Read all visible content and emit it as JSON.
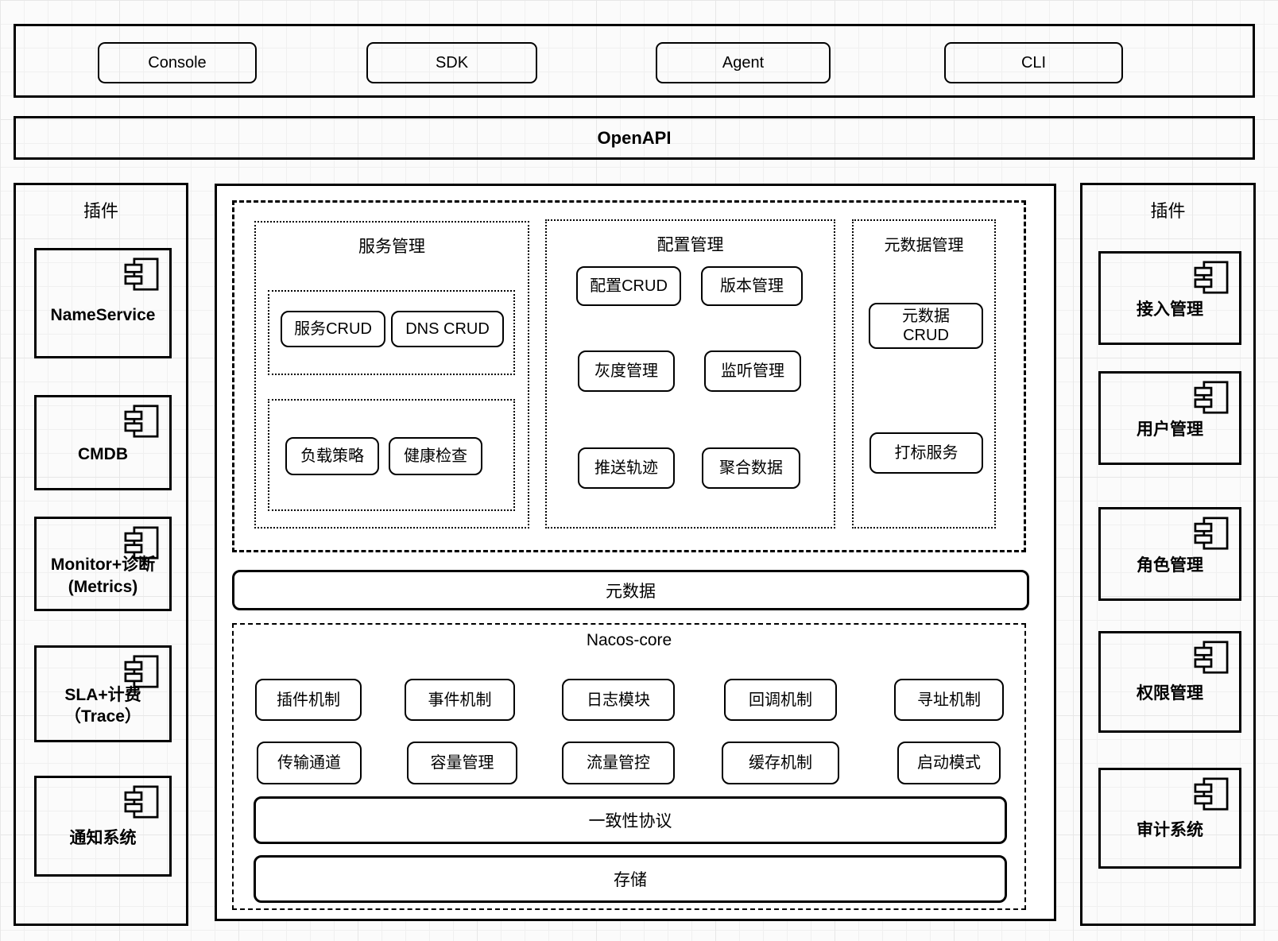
{
  "colors": {
    "line": "#000000",
    "container_fill": "#ffffff",
    "grid_line": "#e7e7e7"
  },
  "clients": {
    "console": "Console",
    "sdk": "SDK",
    "agent": "Agent",
    "cli": "CLI"
  },
  "openapi": "OpenAPI",
  "left_plugins": {
    "title": "插件",
    "items": [
      {
        "line1": "NameService"
      },
      {
        "line1": "CMDB"
      },
      {
        "line1": "Monitor+诊断",
        "line2": "(Metrics)"
      },
      {
        "line1": "SLA+计费",
        "line2": "（Trace）"
      },
      {
        "line1": "通知系统"
      }
    ]
  },
  "right_plugins": {
    "title": "插件",
    "items": [
      {
        "line1": "接入管理"
      },
      {
        "line1": "用户管理"
      },
      {
        "line1": "角色管理"
      },
      {
        "line1": "权限管理"
      },
      {
        "line1": "审计系统"
      }
    ]
  },
  "service_mgmt": {
    "title": "服务管理",
    "crud_group": [
      "服务CRUD",
      "DNS CRUD"
    ],
    "strategy_group": [
      "负载策略",
      "健康检查"
    ]
  },
  "config_mgmt": {
    "title": "配置管理",
    "buttons": [
      "配置CRUD",
      "版本管理",
      "灰度管理",
      "监听管理",
      "推送轨迹",
      "聚合数据"
    ]
  },
  "metadata_mgmt": {
    "title": "元数据管理",
    "crud_line1": "元数据",
    "crud_line2": "CRUD",
    "tag_service": "打标服务"
  },
  "metadata_bar": "元数据",
  "nacos_core": {
    "title": "Nacos-core",
    "row1": [
      "插件机制",
      "事件机制",
      "日志模块",
      "回调机制",
      "寻址机制"
    ],
    "row2": [
      "传输通道",
      "容量管理",
      "流量管控",
      "缓存机制",
      "启动模式"
    ],
    "consistency": "一致性协议",
    "storage": "存储"
  }
}
